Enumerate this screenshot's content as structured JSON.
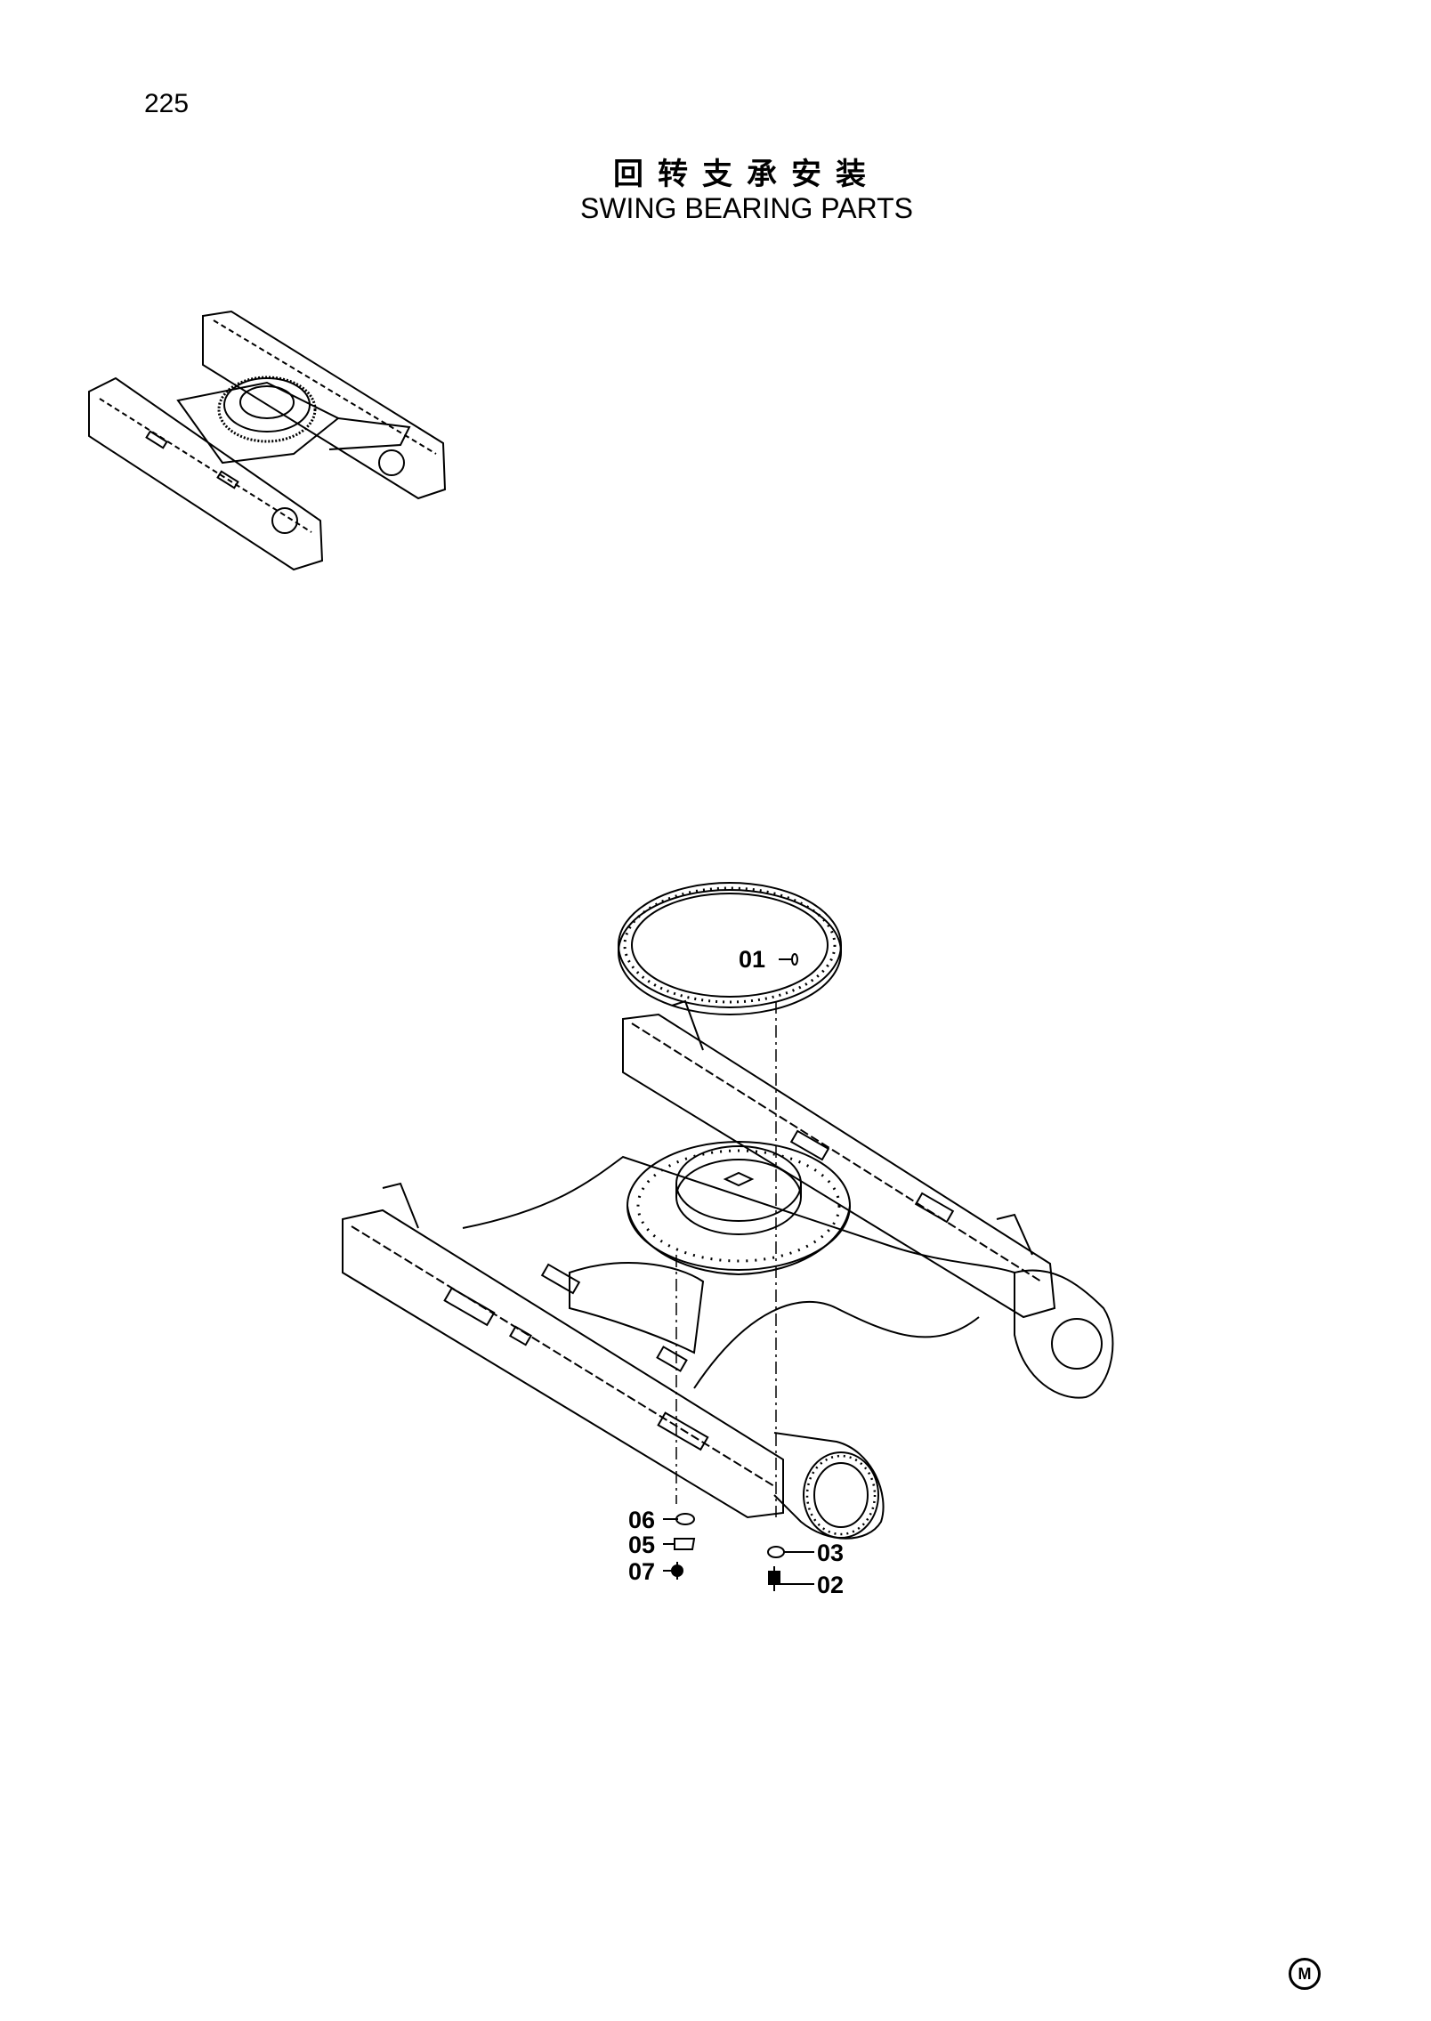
{
  "page": {
    "number": "225"
  },
  "title": {
    "cn": "回转支承安装",
    "en": "SWING BEARING PARTS"
  },
  "parts": [
    {
      "id": "01"
    },
    {
      "id": "02"
    },
    {
      "id": "03"
    },
    {
      "id": "05"
    },
    {
      "id": "06"
    },
    {
      "id": "07"
    }
  ],
  "corner_mark": "M"
}
